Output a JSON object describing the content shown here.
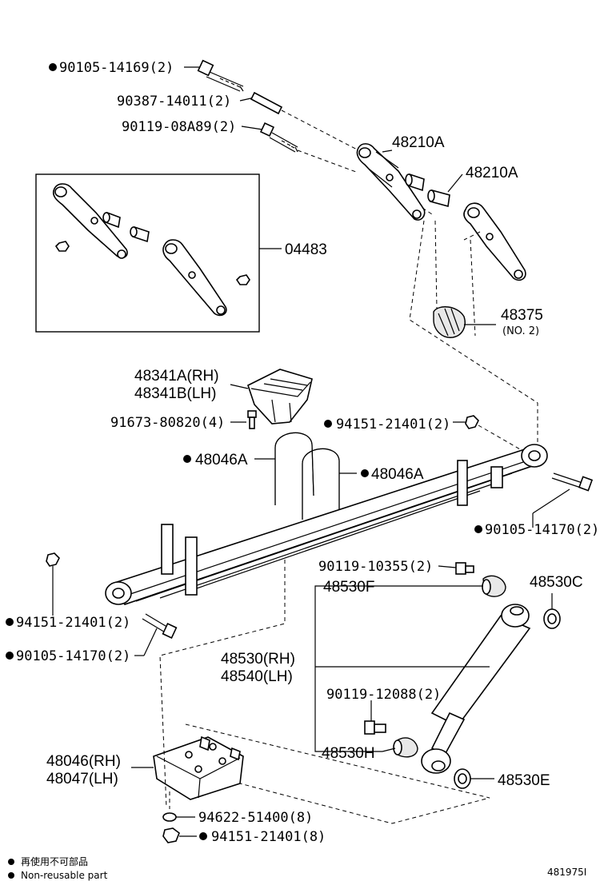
{
  "labels": {
    "p90105_14169": "90105-14169(2)",
    "p90387_14011": "90387-14011(2)",
    "p90119_08A89": "90119-08A89(2)",
    "p48210A_1": "48210A",
    "p48210A_2": "48210A",
    "p04483": "04483",
    "p48375": "48375",
    "p48375_no2": "(NO. 2)",
    "p48341A": "48341A(RH)",
    "p48341B": "48341B(LH)",
    "p91673_80820": "91673-80820(4)",
    "p94151_21401_top": "94151-21401(2)",
    "p48046A_left": "48046A",
    "p48046A_right": "48046A",
    "p90105_14170_right": "90105-14170(2)",
    "p90119_10355": "90119-10355(2)",
    "p48530F": "48530F",
    "p48530C": "48530C",
    "p94151_21401_left": "94151-21401(2)",
    "p90105_14170_left": "90105-14170(2)",
    "p48530": "48530(RH)",
    "p48540": "48540(LH)",
    "p90119_12088": "90119-12088(2)",
    "p48530H": "48530H",
    "p48046": "48046(RH)",
    "p48047": "48047(LH)",
    "p48530E": "48530E",
    "p94622_51400": "94622-51400(8)",
    "p94151_21401_bottom": "94151-21401(8)"
  },
  "legend": {
    "jp": "再使用不可部品",
    "en": "Non-reusable part"
  },
  "figure_id": "481975I"
}
